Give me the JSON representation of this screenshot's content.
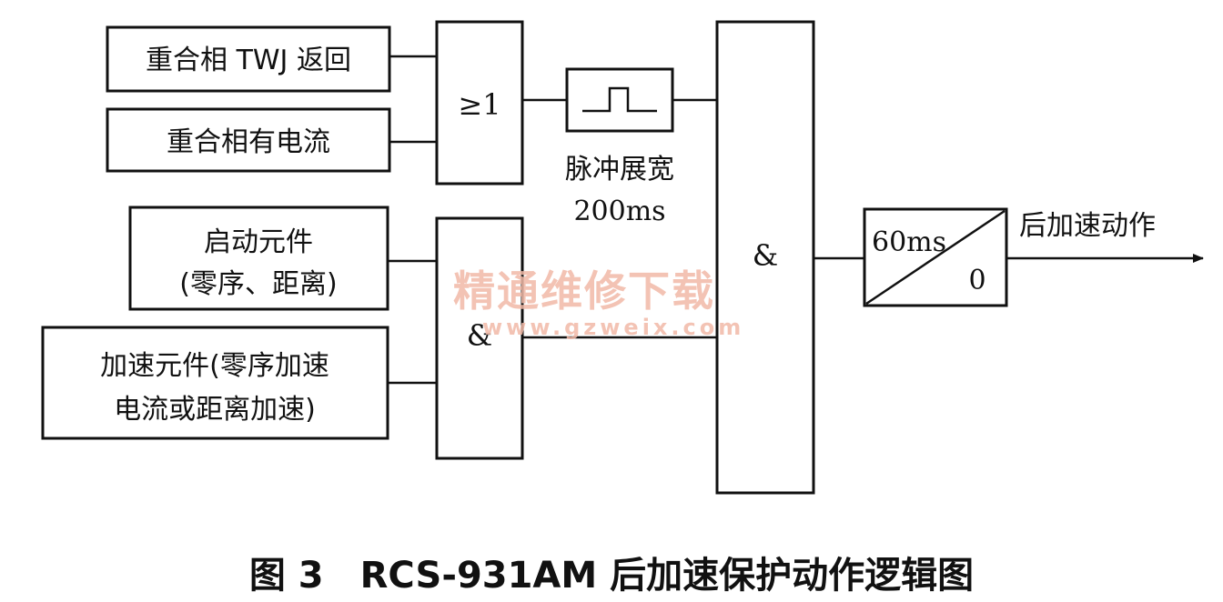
{
  "inputs": {
    "in1": "重合相 TWJ 返回",
    "in2": "重合相有电流",
    "in3_line1": "启动元件",
    "in3_line2": "(零序、距离)",
    "in4_line1": "加速元件(零序加速",
    "in4_line2": "电流或距离加速)"
  },
  "gates": {
    "or_label": "≥1",
    "and1_label": "&",
    "and2_label": "&"
  },
  "pulse": {
    "label1": "脉冲展宽",
    "label2": "200ms"
  },
  "timer": {
    "top": "60ms",
    "bottom": "0"
  },
  "output": {
    "label": "后加速动作"
  },
  "watermark": {
    "line1": "精通维修下载",
    "line2": "www.gzweix.com"
  },
  "caption": {
    "text": "图 3　RCS-931AM 后加速保护动作逻辑图"
  }
}
